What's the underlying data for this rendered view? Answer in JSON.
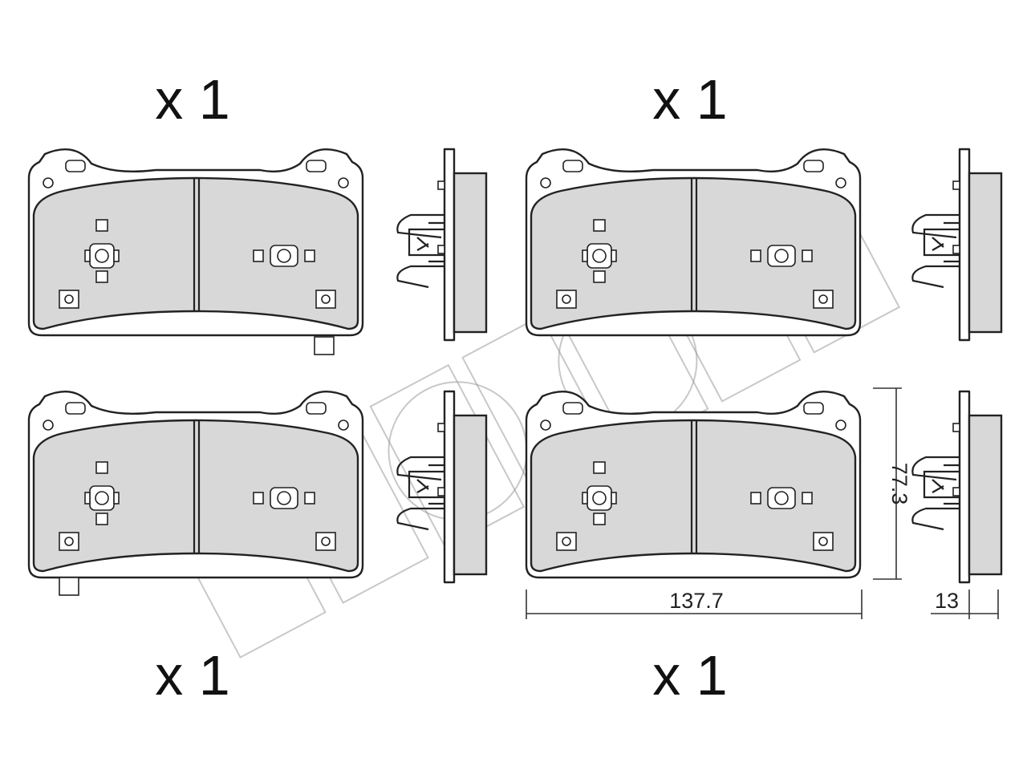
{
  "quantities": [
    "x 1",
    "x 1",
    "x 1",
    "x 1"
  ],
  "dimensions": {
    "width": "137.7",
    "height": "77.3",
    "thickness": "13"
  },
  "watermark_brand": "METELLI",
  "colors": {
    "lining": "#d8d8d8",
    "outline": "#222222",
    "watermark": "#9a9a9a"
  }
}
